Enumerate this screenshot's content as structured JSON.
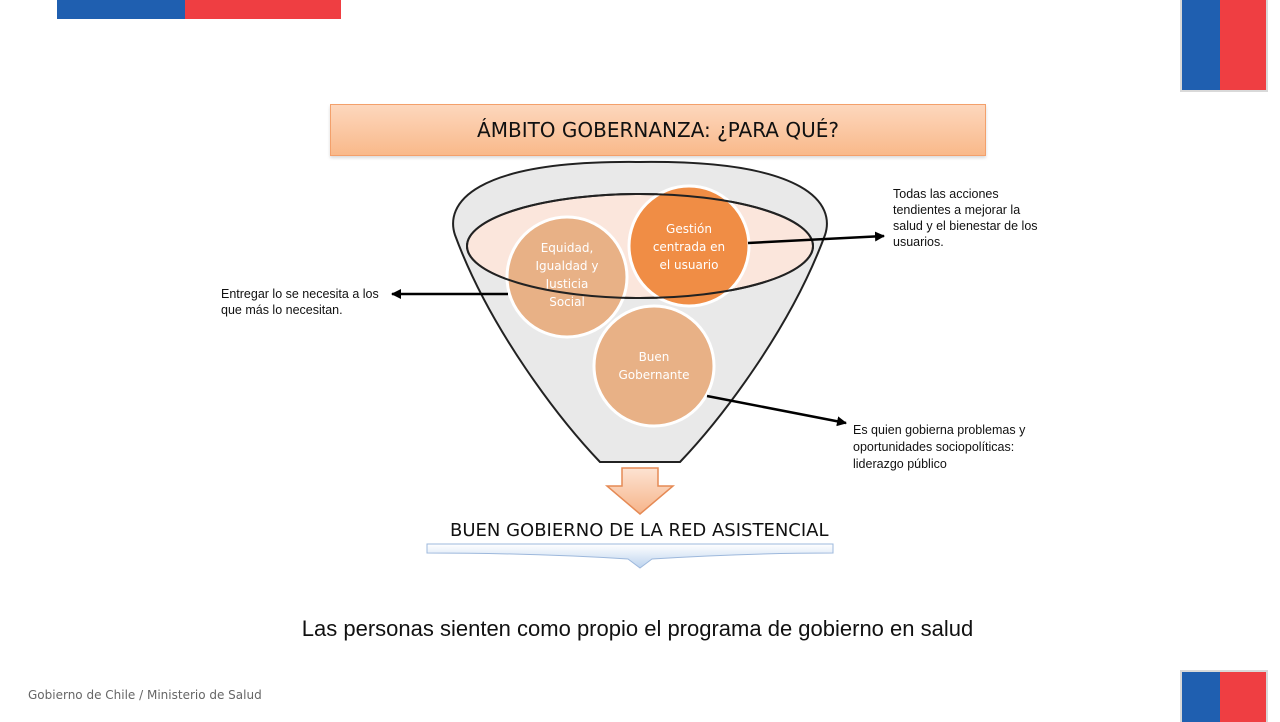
{
  "title": "ÁMBITO GOBERNANZA: ¿PARA QUÉ?",
  "circles": [
    {
      "id": "equidad",
      "lines": [
        "Equidad,",
        "Igualdad y",
        "Justicia",
        "Social"
      ]
    },
    {
      "id": "gestion",
      "lines": [
        "Gestión",
        "centrada en",
        "el usuario"
      ]
    },
    {
      "id": "gobernante",
      "lines": [
        "Buen",
        "Gobernante"
      ]
    }
  ],
  "annotations": {
    "equidad": "Entregar lo se necesita a los que más lo necesitan.",
    "gestion": "Todas las acciones tendientes a mejorar la salud y el bienestar de los usuarios.",
    "gobernante": "Es quien gobierna problemas y oportunidades sociopolíticas: liderazgo público"
  },
  "output_label": "BUEN GOBIERNO DE LA RED ASISTENCIAL",
  "statement": "Las personas sienten como propio el programa de gobierno en salud",
  "footer": "Gobierno de Chile / Ministerio de Salud",
  "colors": {
    "flag_blue": "#1f5fb0",
    "flag_red": "#ef3e42",
    "circle_dark": "#f08d45",
    "circle_light": "#e8b186",
    "funnel_fill": "#e9e9e9",
    "funnel_top": "#fbe6dc"
  }
}
